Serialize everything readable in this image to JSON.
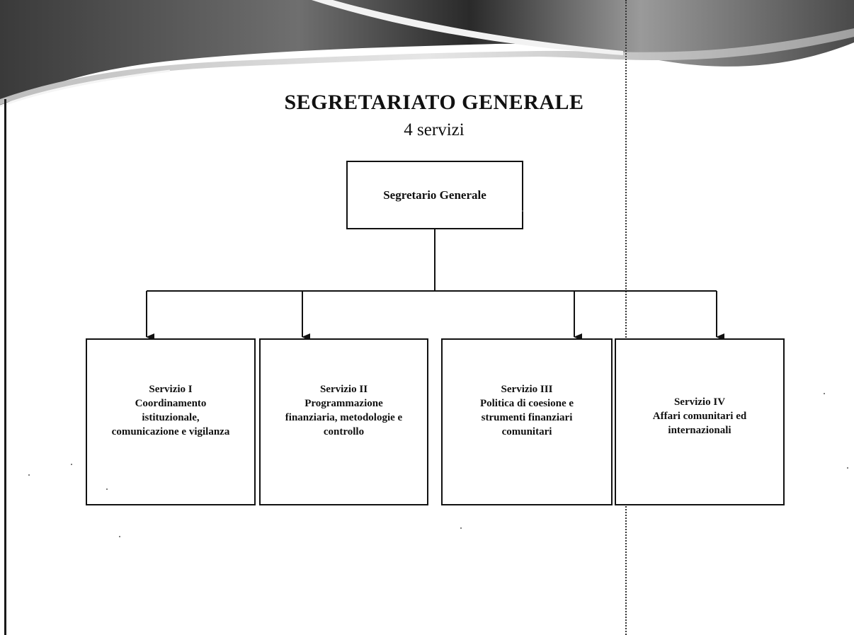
{
  "header": {
    "title": "SEGRETARIATO GENERALE",
    "subtitle": "4 servizi"
  },
  "org_chart": {
    "root": {
      "label": "Segretario Generale"
    },
    "services": [
      {
        "name": "Servizio I",
        "lines": [
          "Coordinamento",
          "istituzionale,",
          "comunicazione e vigilanza"
        ]
      },
      {
        "name": "Servizio II",
        "lines": [
          "Programmazione",
          "finanziaria, metodologie e",
          "controllo"
        ]
      },
      {
        "name": "Servizio III",
        "lines": [
          "Politica di coesione e",
          "strumenti finanziari",
          "comunitari"
        ]
      },
      {
        "name": "Servizio IV",
        "lines": [
          "Affari comunitari ed",
          "internazionali"
        ]
      }
    ]
  },
  "colors": {
    "line": "#111111",
    "background": "#ffffff",
    "banner_dark": "#2a2a2a",
    "banner_mid": "#8a8a8a"
  }
}
